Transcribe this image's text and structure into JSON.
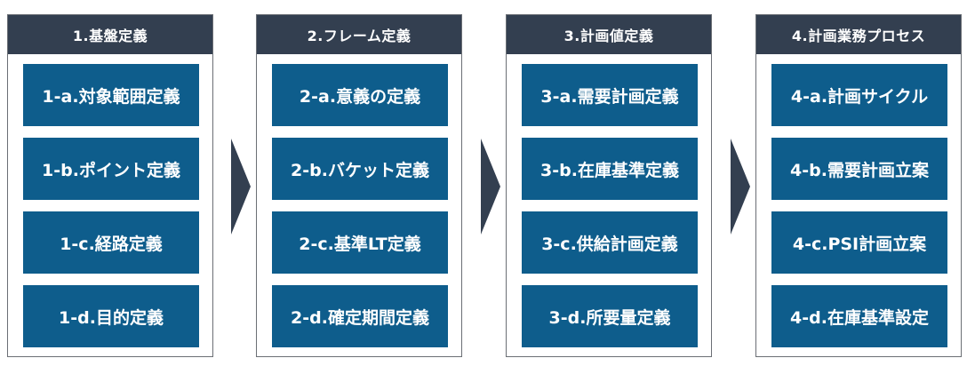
{
  "columns": [
    {
      "title": "1.基盤定義",
      "items": [
        "1-a.対象範囲定義",
        "1-b.ポイント定義",
        "1-c.経路定義",
        "1-d.目的定義"
      ]
    },
    {
      "title": "2.フレーム定義",
      "items": [
        "2-a.意義の定義",
        "2-b.バケット定義",
        "2-c.基準LT定義",
        "2-d.確定期間定義"
      ]
    },
    {
      "title": "3.計画値定義",
      "items": [
        "3-a.需要計画定義",
        "3-b.在庫基準定義",
        "3-c.供給計画定義",
        "3-d.所要量定義"
      ]
    },
    {
      "title": "4.計画業務プロセス",
      "items": [
        "4-a.計画サイクル",
        "4-b.需要計画立案",
        "4-c.PSI計画立案",
        "4-d.在庫基準設定"
      ]
    }
  ],
  "colors": {
    "header_bg": "#333f50",
    "item_bg": "#0e5d8c",
    "arrow": "#333f50",
    "border": "#6b6f75"
  }
}
